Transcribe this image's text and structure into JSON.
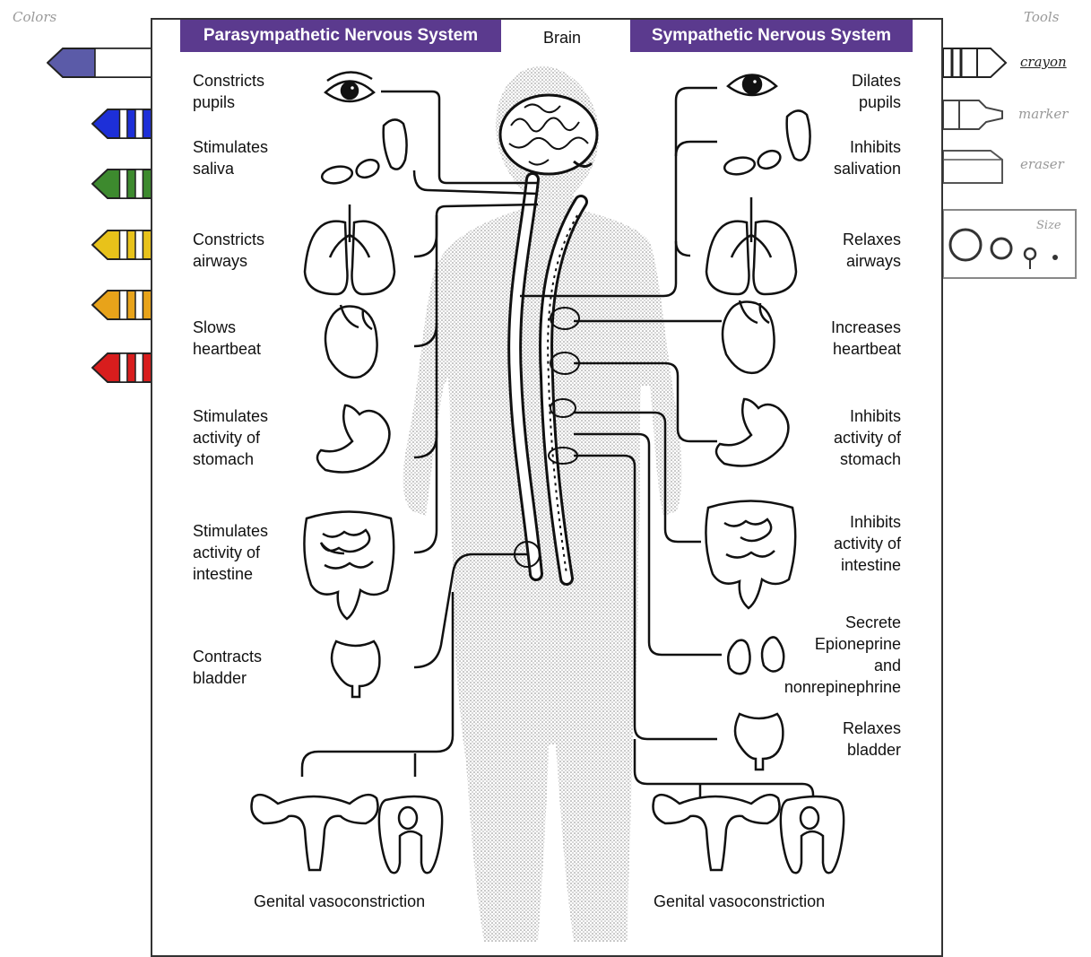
{
  "sidebars": {
    "colors_label": "Colors",
    "tools_label": "Tools",
    "tools": [
      "crayon",
      "marker",
      "eraser"
    ],
    "size_label": "Size",
    "crayon_colors": [
      "#5b5ba8",
      "#1d2fd8",
      "#3d8a2e",
      "#e8c21a",
      "#e8a31a",
      "#d81d1d"
    ]
  },
  "header": {
    "para": "Parasympathetic Nervous System",
    "brain": "Brain",
    "symp": "Sympathetic Nervous System",
    "accent": "#5b3a8e"
  },
  "left": [
    [
      "Constricts",
      "pupils"
    ],
    [
      "Stimulates",
      "saliva"
    ],
    [
      "Constricts",
      "airways"
    ],
    [
      "Slows",
      "heartbeat"
    ],
    [
      "Stimulates",
      "activity of",
      "stomach"
    ],
    [
      "Stimulates",
      "activity of",
      "intestine"
    ],
    [
      "Contracts",
      "bladder"
    ]
  ],
  "right": [
    [
      "Dilates",
      "pupils"
    ],
    [
      "Inhibits",
      "salivation"
    ],
    [
      "Relaxes",
      "airways"
    ],
    [
      "Increases",
      "heartbeat"
    ],
    [
      "Inhibits",
      "activity of",
      "stomach"
    ],
    [
      "Inhibits",
      "activity of",
      "intestine"
    ],
    [
      "Secrete",
      "Epioneprine",
      "and",
      "nonrepinephrine"
    ],
    [
      "Relaxes",
      "bladder"
    ]
  ],
  "genital": {
    "left": "Genital vasoconstriction",
    "right": "Genital vasoconstriction"
  }
}
